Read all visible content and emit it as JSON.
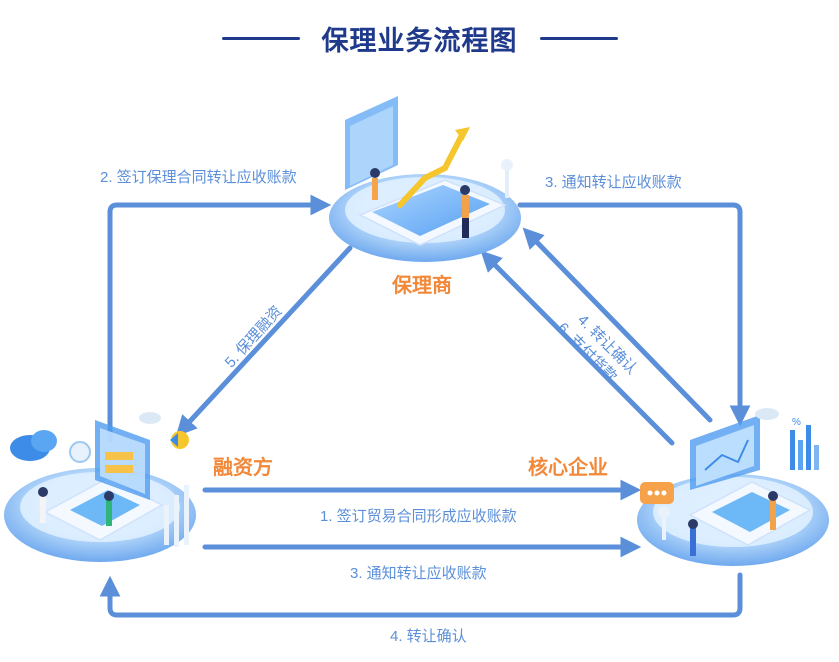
{
  "title": "保理业务流程图",
  "nodes": {
    "factor": "保理商",
    "financier": "融资方",
    "core": "核心企业"
  },
  "flows": {
    "sign_factoring": "2. 签订保理合同转让应收账款",
    "notify_factor_top": "3. 通知转让应收账款",
    "confirm_core_to_factor": "4. 转让确认",
    "pay_goods": "6. 支付货款",
    "factoring_finance": "5. 保理融资",
    "sign_trade": "1. 签订贸易合同形成应收账款",
    "notify_bottom": "3. 通知转让应收账款",
    "confirm_bottom": "4. 转让确认"
  },
  "colors": {
    "title": "#1f3a8a",
    "arrow": "#5b8fd9",
    "node_label": "#f2893a",
    "platform": "#7fb6f2"
  }
}
